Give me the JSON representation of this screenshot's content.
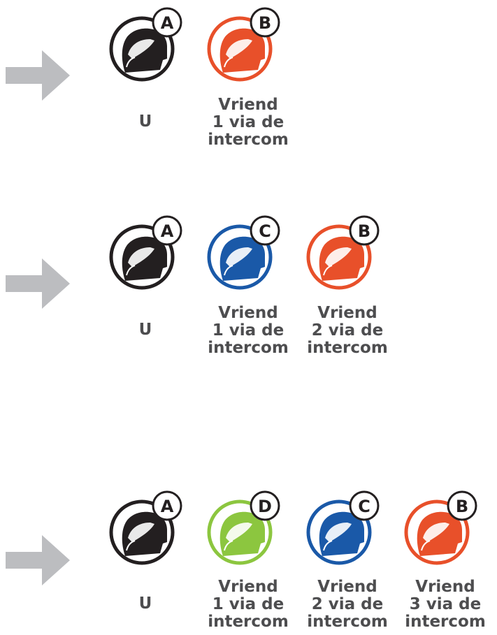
{
  "colors": {
    "arrow": "#bcbdc0",
    "text": "#4d4d4f",
    "you": "#231f20",
    "friend_orange": "#e8502a",
    "friend_blue": "#1a59a8",
    "friend_green": "#8cc63f"
  },
  "rows": [
    {
      "helmets": [
        {
          "badge": "A",
          "color": "#231f20",
          "icon": "helmet-icon",
          "label": "U"
        },
        {
          "badge": "B",
          "color": "#e8502a",
          "icon": "helmet-icon",
          "label": "Vriend\n1 via de\nintercom"
        }
      ]
    },
    {
      "helmets": [
        {
          "badge": "A",
          "color": "#231f20",
          "icon": "helmet-icon",
          "label": "U"
        },
        {
          "badge": "C",
          "color": "#1a59a8",
          "icon": "helmet-icon",
          "label": "Vriend\n1 via de\nintercom"
        },
        {
          "badge": "B",
          "color": "#e8502a",
          "icon": "helmet-icon",
          "label": "Vriend\n2 via de\nintercom"
        }
      ]
    },
    {
      "helmets": [
        {
          "badge": "A",
          "color": "#231f20",
          "icon": "helmet-icon",
          "label": "U"
        },
        {
          "badge": "D",
          "color": "#8cc63f",
          "icon": "helmet-icon",
          "label": "Vriend\n1 via de\nintercom"
        },
        {
          "badge": "C",
          "color": "#1a59a8",
          "icon": "helmet-icon",
          "label": "Vriend\n2 via de\nintercom"
        },
        {
          "badge": "B",
          "color": "#e8502a",
          "icon": "helmet-icon",
          "label": "Vriend\n3 via de\nintercom"
        }
      ]
    }
  ]
}
